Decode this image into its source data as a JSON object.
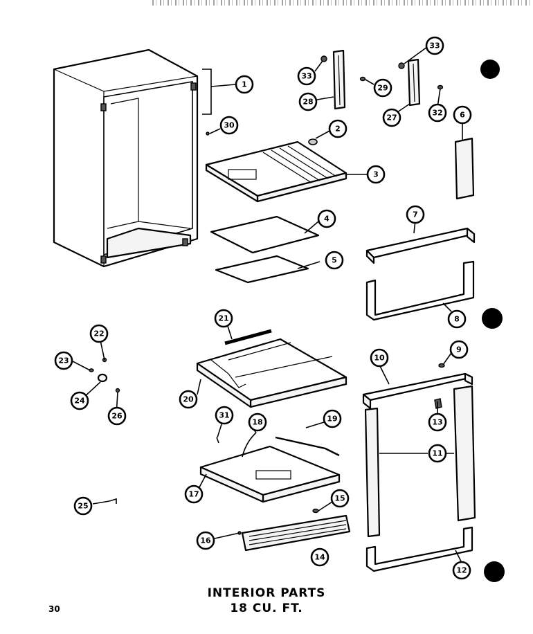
{
  "title": {
    "line1": "INTERIOR PARTS",
    "line2": "18 CU. FT."
  },
  "page_number": "30",
  "callouts": [
    "1",
    "2",
    "3",
    "4",
    "5",
    "6",
    "7",
    "8",
    "9",
    "10",
    "11",
    "12",
    "13",
    "14",
    "15",
    "16",
    "17",
    "18",
    "19",
    "20",
    "21",
    "22",
    "23",
    "24",
    "25",
    "26",
    "27",
    "28",
    "29",
    "30",
    "31",
    "32",
    "33",
    "33"
  ],
  "colors": {
    "ink": "#000000",
    "paper": "#ffffff"
  }
}
